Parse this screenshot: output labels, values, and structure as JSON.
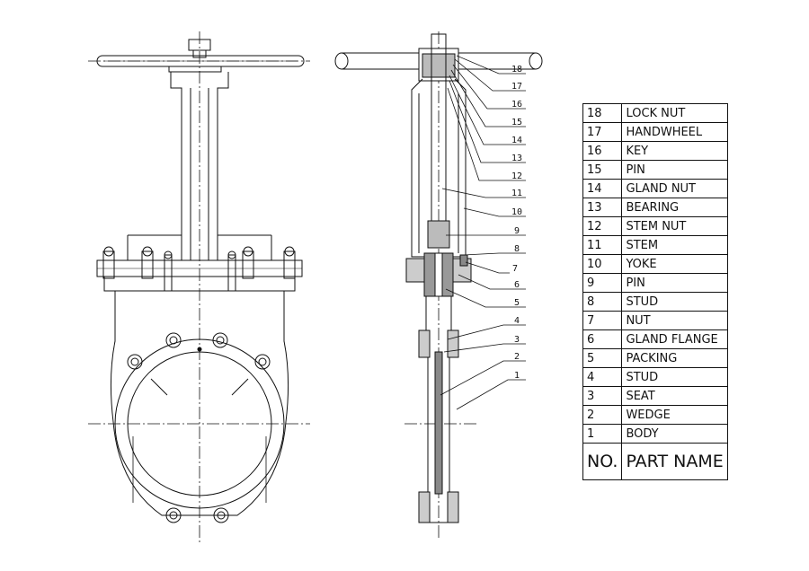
{
  "parts_table": {
    "header": {
      "no": "NO.",
      "name": "PART NAME"
    },
    "rows": [
      {
        "no": "18",
        "name": "LOCK NUT"
      },
      {
        "no": "17",
        "name": "HANDWHEEL"
      },
      {
        "no": "16",
        "name": "KEY"
      },
      {
        "no": "15",
        "name": "PIN"
      },
      {
        "no": "14",
        "name": "GLAND NUT"
      },
      {
        "no": "13",
        "name": "BEARING"
      },
      {
        "no": "12",
        "name": "STEM NUT"
      },
      {
        "no": "11",
        "name": "STEM"
      },
      {
        "no": "10",
        "name": "YOKE"
      },
      {
        "no": "9",
        "name": "PIN"
      },
      {
        "no": "8",
        "name": "STUD"
      },
      {
        "no": "7",
        "name": "NUT"
      },
      {
        "no": "6",
        "name": "GLAND FLANGE"
      },
      {
        "no": "5",
        "name": "PACKING"
      },
      {
        "no": "4",
        "name": "STUD"
      },
      {
        "no": "3",
        "name": "SEAT"
      },
      {
        "no": "2",
        "name": "WEDGE"
      },
      {
        "no": "1",
        "name": "BODY"
      }
    ]
  },
  "callouts": [
    "18",
    "17",
    "16",
    "15",
    "14",
    "13",
    "12",
    "11",
    "10",
    "9",
    "8",
    "7",
    "6",
    "5",
    "4",
    "3",
    "2",
    "1"
  ]
}
